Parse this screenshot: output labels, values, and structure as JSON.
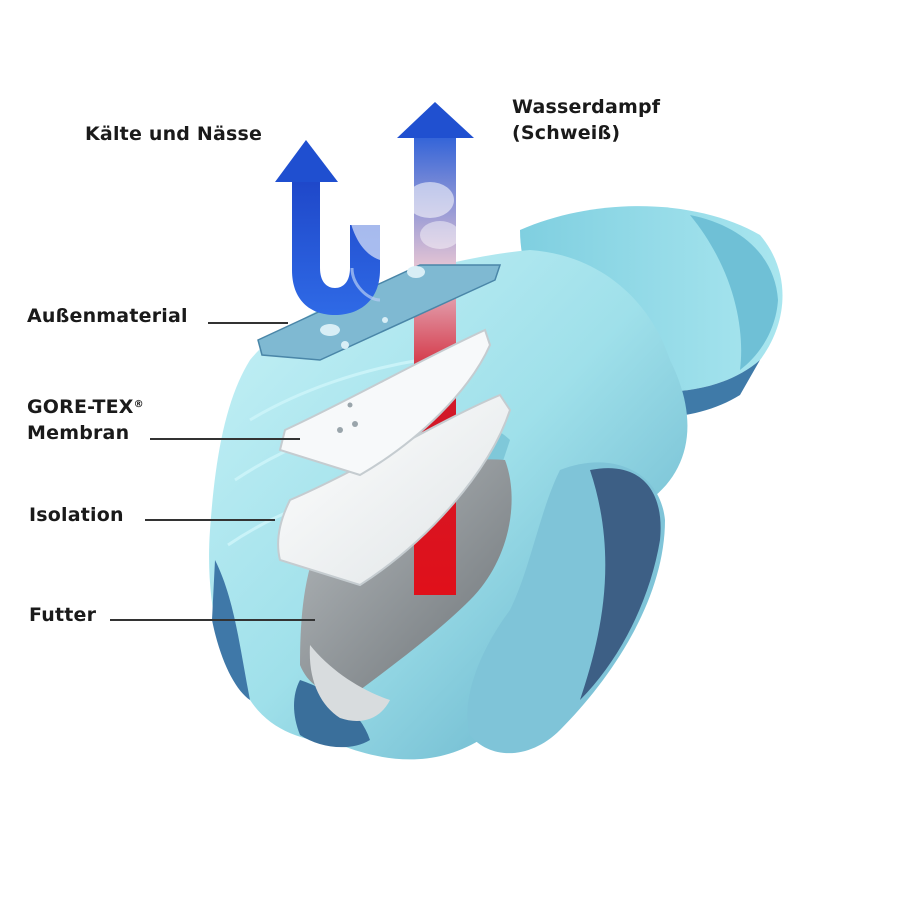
{
  "labels": {
    "cold_wet": "Kälte und Nässe",
    "vapor_line1": "Wasserdampf",
    "vapor_line2": "(Schweiß)",
    "outer": "Außenmaterial",
    "membrane_line1": "GORE-TEX",
    "membrane_reg": "®",
    "membrane_line2": "Membran",
    "insulation": "Isolation",
    "lining": "Futter"
  },
  "colors": {
    "glove": "#9fe0ea",
    "glove_shadow": "#5aa9c4",
    "glove_dark": "#3a6f9b",
    "blue_arrow": "#1f4fd0",
    "red_arrow": "#d0101a",
    "layer_white": "#f4f6f7",
    "lining_gray": "#9aa0a4"
  },
  "icons": {
    "cold_arrow": "blue-u-turn-arrow",
    "vapor_arrow": "red-upward-arrow"
  }
}
